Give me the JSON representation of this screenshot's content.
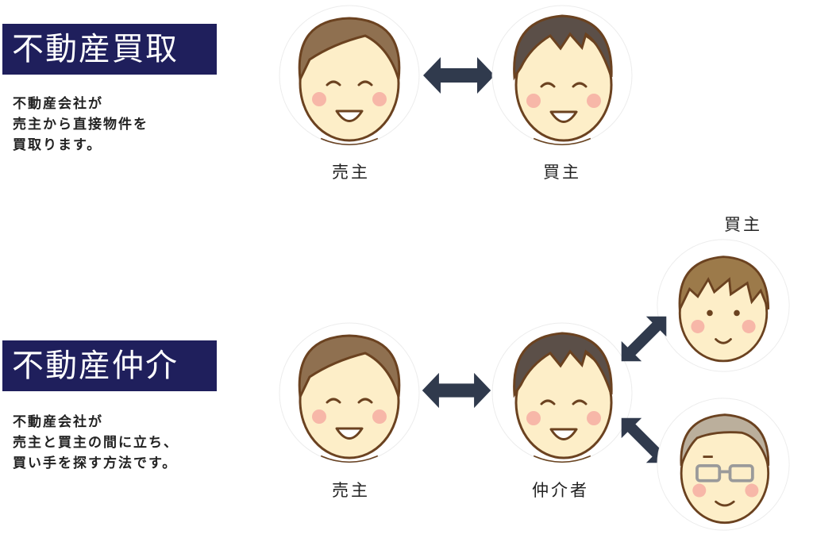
{
  "colors": {
    "banner_bg": "#1f1f5c",
    "banner_text": "#ffffff",
    "arrow": "#303a4d",
    "skin": "#fdeec8",
    "outline": "#6b4220",
    "hair_brown": "#8f7050",
    "hair_dark": "#5b4f48",
    "hair_light_brown": "#9c7a4a",
    "hair_gray": "#bbaf9c",
    "cheek": "#f7b7a8"
  },
  "section_purchase": {
    "title": "不動産買取",
    "desc_lines": [
      "不動産会社が",
      "売主から直接物件を",
      "買取ります。"
    ],
    "seller_label": "売主",
    "buyer_label": "買主"
  },
  "section_brokerage": {
    "title": "不動産仲介",
    "desc_lines": [
      "不動産会社が",
      "売主と買主の間に立ち、",
      "買い手を探す方法です。"
    ],
    "seller_label": "売主",
    "broker_label": "仲介者",
    "buyer_label": "買主"
  },
  "icons": {
    "seller_avatar": "smiling-man-avatar",
    "buyer_avatar": "smiling-man-avatar",
    "broker_avatar": "smiling-agent-avatar",
    "young_buyer_avatar": "young-man-avatar",
    "elderly_buyer_avatar": "elderly-man-glasses-avatar",
    "arrow": "double-arrow-icon"
  }
}
